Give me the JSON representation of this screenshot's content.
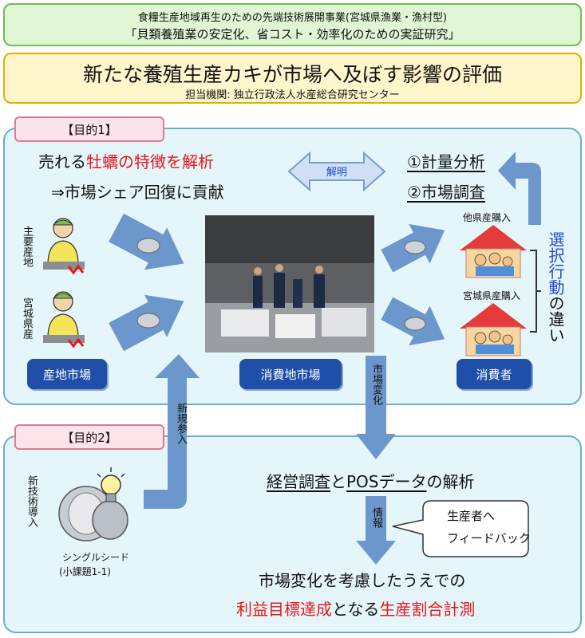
{
  "header": {
    "line1": "食糧生産地域再生のための先端技術展開事業(宮城県漁業・漁村型)",
    "line2": "「貝類養殖業の安定化、省コスト・効率化のための実証研究」"
  },
  "title": {
    "main": "新たな養殖生産カキが市場へ及ぼす影響の評価",
    "org": "担当機関:  独立行政法人水産総合研究センター"
  },
  "section1": {
    "tag": "【目的1】",
    "goal_prefix": "売れる",
    "goal_red": "牡蠣の特徴を解析",
    "goal_line2": "⇒市場シェア回復に貢献",
    "clarify_label": "解明",
    "method1": "①計量分析",
    "method2": "②市場調査",
    "producer_main": "主要産地",
    "producer_miyagi": "宮城県産",
    "other_pref": "他県産購入",
    "miyagi_purchase": "宮城県産購入",
    "choice_blue": "選択行動",
    "choice_black": "の違い",
    "origin_market": "産地市場",
    "consumer_market": "消費地市場",
    "consumer": "消費者"
  },
  "connector": {
    "market_change": "市場変化",
    "new_entry": "新規参入"
  },
  "section2": {
    "tag": "【目的2】",
    "new_tech": "新技術導入",
    "single_seed": "シングルシード",
    "sub_task": "(小課題1-1)",
    "analysis_u1": "経営調査",
    "analysis_mid": "と",
    "analysis_u2": "POSデータ",
    "analysis_tail": "の解析",
    "info": "情報",
    "feedback1": "生産者へ",
    "feedback2": "フィードバック",
    "result_line1": "市場変化を考慮したうえでの",
    "result_red1": "利益目標達成",
    "result_mid": "となる",
    "result_red2": "生産割合計測"
  },
  "colors": {
    "header_bg": "#dff5d3",
    "header_border": "#6bbf4e",
    "title_bg": "#fff6cc",
    "title_border": "#d7b400",
    "panel_bg": "#e4f6fa",
    "panel_border": "#6aaed0",
    "arrow": "#6c97cc",
    "button": "#1f4fa8",
    "accent_red": "#e8161b",
    "accent_blue": "#2346d6"
  }
}
